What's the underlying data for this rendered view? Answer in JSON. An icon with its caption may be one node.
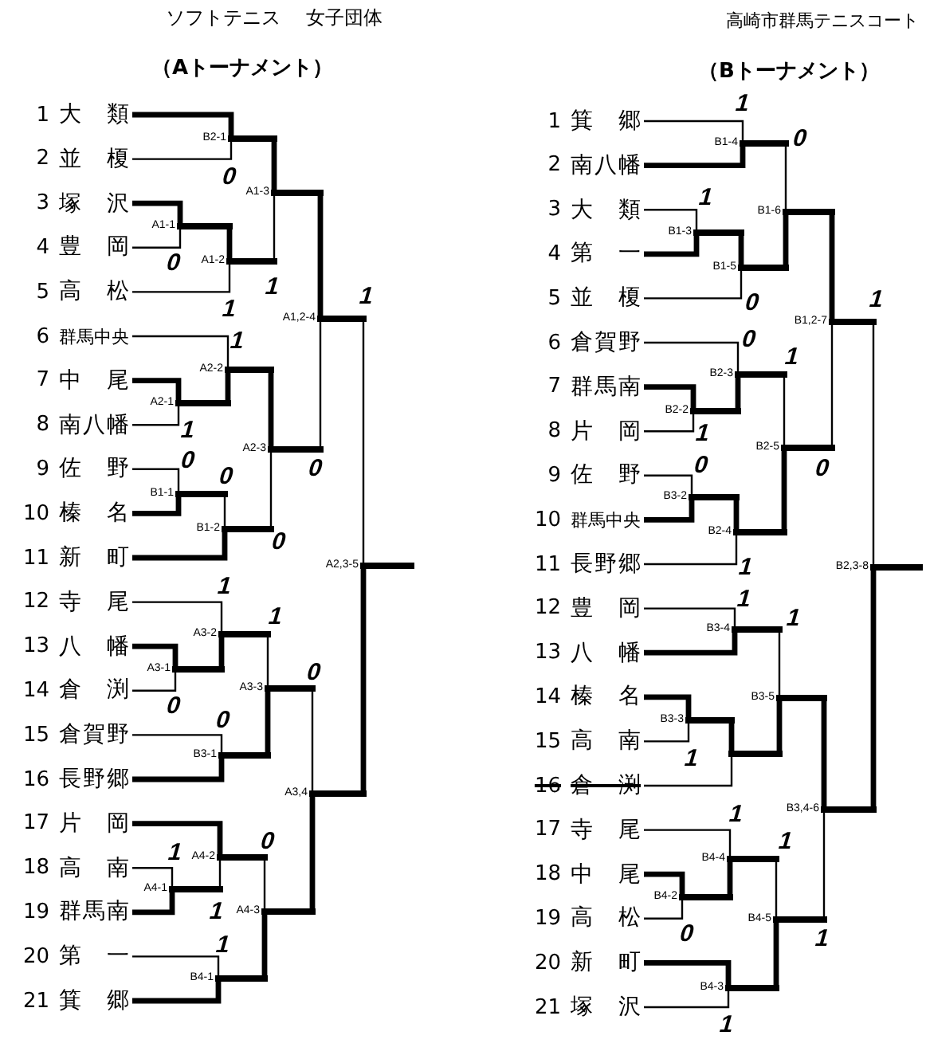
{
  "diagram": {
    "title": "ソフトテニス 女子団体",
    "nodes": [
      {
        "text": [
          "1",
          "大類"
        ]
      },
      {
        "text": [
          "2",
          "並榎"
        ]
      },
      {
        "text": [
          "3",
          "塚沢"
        ]
      },
      {
        "text": [
          "4",
          "豊岡"
        ]
      },
      {
        "text": [
          "5",
          "高松"
        ]
      },
      {
        "text": [
          "6",
          "群馬中央"
        ]
      },
      {
        "text": [
          "7",
          "中尾"
        ]
      },
      {
        "text": [
          "8",
          "南八幡"
        ]
      },
      {
        "text": [
          "9",
          "佐野"
        ]
      },
      {
        "text": [
          "10",
          "榛名"
        ]
      },
      {
        "text": [
          "11",
          "新町"
        ]
      },
      {
        "text": [
          "12",
          "寺尾"
        ]
      },
      {
        "text": [
          "13",
          "八幡"
        ]
      },
      {
        "text": [
          "14",
          "倉渕"
        ]
      },
      {
        "text": [
          "15",
          "倉賀野"
        ]
      },
      {
        "text": [
          "16",
          "長野郷"
        ]
      },
      {
        "text": [
          "17",
          "片岡"
        ]
      },
      {
        "text": [
          "18",
          "高南"
        ]
      },
      {
        "text": [
          "19",
          "群馬南"
        ]
      },
      {
        "text": [
          "20",
          "第一"
        ]
      },
      {
        "text": [
          "21",
          "箕郷"
        ]
      },
      {
        "text": [],
        "shape": "bar",
        "beside": [
          "B2-1"
        ]
      },
      {
        "text": [],
        "shape": "bar",
        "beside": [
          "A1-3"
        ]
      },
      {
        "text": [],
        "shape": "bar",
        "beside": [
          "A1-1"
        ]
      },
      {
        "text": [],
        "shape": "bar",
        "beside": [
          "A1-2"
        ]
      },
      {
        "text": [],
        "shape": "bar",
        "beside": [
          "A1,2-4"
        ]
      },
      {
        "text": [],
        "shape": "bar",
        "beside": [
          "A2-2"
        ]
      },
      {
        "text": [],
        "shape": "bar",
        "beside": [
          "A2-1"
        ]
      },
      {
        "text": [],
        "shape": "bar",
        "beside": [
          "A2-3"
        ]
      },
      {
        "text": [],
        "shape": "bar",
        "beside": [
          "B1-1"
        ]
      },
      {
        "text": [],
        "shape": "bar",
        "beside": [
          "B1-2"
        ]
      },
      {
        "text": [],
        "shape": "bar",
        "beside": [
          "A2,3-5"
        ]
      },
      {
        "text": [],
        "shape": "bar",
        "beside": [
          "A3-2"
        ]
      },
      {
        "text": [],
        "shape": "bar",
        "beside": [
          "A3-1"
        ]
      },
      {
        "text": [],
        "shape": "bar",
        "beside": [
          "A3-3"
        ]
      },
      {
        "text": [],
        "shape": "bar",
        "beside": [
          "B3-1"
        ]
      },
      {
        "text": [],
        "shape": "bar",
        "beside": [
          "A3,4"
        ]
      },
      {
        "text": [],
        "shape": "bar",
        "beside": [
          "A4-2"
        ]
      },
      {
        "text": [],
        "shape": "bar",
        "beside": [
          "A4-1"
        ]
      },
      {
        "text": [],
        "shape": "bar",
        "beside": [
          "A4-3"
        ]
      },
      {
        "text": [],
        "shape": "bar",
        "beside": [
          "B4-1"
        ]
      },
      {
        "text": [
          "1",
          "箕郷"
        ]
      },
      {
        "text": [
          "2",
          "南八幡"
        ]
      },
      {
        "text": [
          "3",
          "大類"
        ]
      },
      {
        "text": [
          "4",
          "第一"
        ]
      },
      {
        "text": [
          "5",
          "並榎"
        ]
      },
      {
        "text": [
          "6",
          "倉賀野"
        ]
      },
      {
        "text": [
          "7",
          "群馬南"
        ]
      },
      {
        "text": [
          "8",
          "片岡"
        ]
      },
      {
        "text": [
          "9",
          "佐野"
        ]
      },
      {
        "text": [
          "10",
          "群馬中央"
        ]
      },
      {
        "text": [
          "11",
          "長野郷"
        ]
      },
      {
        "text": [
          "12",
          "豊岡"
        ]
      },
      {
        "text": [
          "13",
          "八幡"
        ]
      },
      {
        "text": [
          "14",
          "榛名"
        ]
      },
      {
        "text": [
          "15",
          "高南"
        ]
      },
      {
        "text": [
          "16",
          "倉渕"
        ]
      },
      {
        "text": [
          "17",
          "寺尾"
        ]
      },
      {
        "text": [
          "18",
          "中尾"
        ]
      },
      {
        "text": [
          "19",
          "高松"
        ]
      },
      {
        "text": [
          "20",
          "新町"
        ]
      },
      {
        "text": [
          "21",
          "塚沢"
        ]
      },
      {
        "text": [],
        "shape": "bar",
        "beside": [
          "B1-4"
        ]
      },
      {
        "text": [],
        "shape": "bar",
        "beside": [
          "B1-6"
        ]
      },
      {
        "text": [],
        "shape": "bar",
        "beside": [
          "B1-3"
        ]
      },
      {
        "text": [],
        "shape": "bar",
        "beside": [
          "B1-5"
        ]
      },
      {
        "text": [],
        "shape": "bar",
        "beside": [
          "B1,2-7"
        ]
      },
      {
        "text": [],
        "shape": "bar",
        "beside": [
          "B2-3"
        ]
      },
      {
        "text": [],
        "shape": "bar",
        "beside": [
          "B2-2"
        ]
      },
      {
        "text": [],
        "shape": "bar",
        "beside": [
          "B2-5"
        ]
      },
      {
        "text": [],
        "shape": "bar",
        "beside": [
          "B3-2"
        ]
      },
      {
        "text": [],
        "shape": "bar",
        "beside": [
          "B2-4"
        ]
      },
      {
        "text": [],
        "shape": "bar",
        "beside": [
          "B2,3-8"
        ]
      },
      {
        "text": [],
        "shape": "bar",
        "beside": [
          "B3-4"
        ]
      },
      {
        "text": [],
        "shape": "bar",
        "beside": [
          "B3-5"
        ]
      },
      {
        "text": [],
        "shape": "bar",
        "beside": [
          "B3-3"
        ]
      },
      {
        "text": [],
        "shape": "bar"
      },
      {
        "text": [],
        "shape": "bar",
        "beside": [
          "B3,4-6"
        ]
      },
      {
        "text": [],
        "shape": "bar",
        "beside": [
          "B4-4"
        ]
      },
      {
        "text": [],
        "shape": "bar",
        "beside": [
          "B4-2"
        ]
      },
      {
        "text": [],
        "shape": "bar",
        "beside": [
          "B4-5"
        ]
      },
      {
        "text": [],
        "shape": "bar",
        "beside": [
          "B4-3"
        ]
      }
    ],
    "edges": [
      {
        "from": 0,
        "to": 21,
        "arrow": "none",
        "style": "thick"
      },
      {
        "from": 1,
        "to": 21,
        "arrow": "none"
      },
      {
        "from": 2,
        "to": 23,
        "arrow": "none",
        "style": "thick"
      },
      {
        "from": 3,
        "to": 23,
        "arrow": "none"
      },
      {
        "from": 4,
        "to": 24,
        "arrow": "none"
      },
      {
        "from": 5,
        "to": 26,
        "arrow": "none"
      },
      {
        "from": 6,
        "to": 27,
        "arrow": "none",
        "style": "thick"
      },
      {
        "from": 7,
        "to": 27,
        "arrow": "none"
      },
      {
        "from": 8,
        "to": 29,
        "arrow": "none"
      },
      {
        "from": 9,
        "to": 29,
        "arrow": "none",
        "style": "thick"
      },
      {
        "from": 10,
        "to": 30,
        "arrow": "none",
        "style": "thick"
      },
      {
        "from": 11,
        "to": 32,
        "arrow": "none"
      },
      {
        "from": 12,
        "to": 33,
        "arrow": "none",
        "style": "thick"
      },
      {
        "from": 13,
        "to": 33,
        "arrow": "none"
      },
      {
        "from": 14,
        "to": 35,
        "arrow": "none"
      },
      {
        "from": 15,
        "to": 35,
        "arrow": "none",
        "style": "thick"
      },
      {
        "from": 16,
        "to": 37,
        "arrow": "none",
        "style": "thick"
      },
      {
        "from": 17,
        "to": 38,
        "arrow": "none"
      },
      {
        "from": 18,
        "to": 38,
        "arrow": "none",
        "style": "thick"
      },
      {
        "from": 19,
        "to": 40,
        "arrow": "none"
      },
      {
        "from": 20,
        "to": 40,
        "arrow": "none",
        "style": "thick"
      },
      {
        "from": 21,
        "to": 22,
        "arrow": "none",
        "style": "thick"
      },
      {
        "from": 22,
        "to": 25,
        "arrow": "none",
        "style": "thick"
      },
      {
        "from": 23,
        "to": 24,
        "arrow": "none",
        "style": "thick"
      },
      {
        "from": 24,
        "to": 22,
        "arrow": "none"
      },
      {
        "from": 25,
        "to": 31,
        "arrow": "none"
      },
      {
        "from": 26,
        "to": 28,
        "arrow": "none",
        "style": "thick"
      },
      {
        "from": 27,
        "to": 26,
        "arrow": "none",
        "style": "thick"
      },
      {
        "from": 28,
        "to": 25,
        "arrow": "none"
      },
      {
        "from": 29,
        "to": 30,
        "arrow": "none"
      },
      {
        "from": 30,
        "to": 28,
        "arrow": "none"
      },
      {
        "from": 32,
        "to": 34,
        "arrow": "none"
      },
      {
        "from": 33,
        "to": 32,
        "arrow": "none",
        "style": "thick"
      },
      {
        "from": 34,
        "to": 36,
        "arrow": "none"
      },
      {
        "from": 35,
        "to": 34,
        "arrow": "none",
        "style": "thick"
      },
      {
        "from": 36,
        "to": 31,
        "arrow": "none",
        "style": "thick"
      },
      {
        "from": 37,
        "to": 39,
        "arrow": "none"
      },
      {
        "from": 38,
        "to": 37,
        "arrow": "none"
      },
      {
        "from": 39,
        "to": 36,
        "arrow": "none",
        "style": "thick"
      },
      {
        "from": 40,
        "to": 39,
        "arrow": "none",
        "style": "thick"
      },
      {
        "from": 41,
        "to": 62,
        "arrow": "none"
      },
      {
        "from": 42,
        "to": 62,
        "arrow": "none",
        "style": "thick"
      },
      {
        "from": 43,
        "to": 64,
        "arrow": "none"
      },
      {
        "from": 44,
        "to": 64,
        "arrow": "none",
        "style": "thick"
      },
      {
        "from": 45,
        "to": 65,
        "arrow": "none"
      },
      {
        "from": 46,
        "to": 67,
        "arrow": "none"
      },
      {
        "from": 47,
        "to": 68,
        "arrow": "none",
        "style": "thick"
      },
      {
        "from": 48,
        "to": 68,
        "arrow": "none"
      },
      {
        "from": 49,
        "to": 70,
        "arrow": "none"
      },
      {
        "from": 50,
        "to": 70,
        "arrow": "none",
        "style": "thick"
      },
      {
        "from": 51,
        "to": 71,
        "arrow": "none"
      },
      {
        "from": 52,
        "to": 73,
        "arrow": "none"
      },
      {
        "from": 53,
        "to": 73,
        "arrow": "none",
        "style": "thick"
      },
      {
        "from": 54,
        "to": 75,
        "arrow": "none",
        "style": "thick"
      },
      {
        "from": 55,
        "to": 75,
        "arrow": "none"
      },
      {
        "from": 56,
        "to": 76,
        "arrow": "none"
      },
      {
        "from": 57,
        "to": 78,
        "arrow": "none"
      },
      {
        "from": 58,
        "to": 79,
        "arrow": "none",
        "style": "thick"
      },
      {
        "from": 59,
        "to": 79,
        "arrow": "none"
      },
      {
        "from": 60,
        "to": 81,
        "arrow": "none",
        "style": "thick"
      },
      {
        "from": 61,
        "to": 81,
        "arrow": "none"
      },
      {
        "from": 62,
        "to": 63,
        "arrow": "none"
      },
      {
        "from": 63,
        "to": 66,
        "arrow": "none",
        "style": "thick"
      },
      {
        "from": 64,
        "to": 65,
        "arrow": "none",
        "style": "thick"
      },
      {
        "from": 65,
        "to": 63,
        "arrow": "none",
        "style": "thick"
      },
      {
        "from": 66,
        "to": 72,
        "arrow": "none"
      },
      {
        "from": 67,
        "to": 69,
        "arrow": "none"
      },
      {
        "from": 68,
        "to": 67,
        "arrow": "none",
        "style": "thick"
      },
      {
        "from": 69,
        "to": 66,
        "arrow": "none"
      },
      {
        "from": 70,
        "to": 71,
        "arrow": "none",
        "style": "thick"
      },
      {
        "from": 71,
        "to": 69,
        "arrow": "none",
        "style": "thick"
      },
      {
        "from": 73,
        "to": 74,
        "arrow": "none"
      },
      {
        "from": 74,
        "to": 77,
        "arrow": "none",
        "style": "thick"
      },
      {
        "from": 75,
        "to": 76,
        "arrow": "none",
        "style": "thick"
      },
      {
        "from": 76,
        "to": 74,
        "arrow": "none",
        "style": "thick"
      },
      {
        "from": 77,
        "to": 72,
        "arrow": "none",
        "style": "thick"
      },
      {
        "from": 78,
        "to": 80,
        "arrow": "none"
      },
      {
        "from": 79,
        "to": 78,
        "arrow": "none",
        "style": "thick"
      },
      {
        "from": 80,
        "to": 77,
        "arrow": "none"
      },
      {
        "from": 81,
        "to": 80,
        "arrow": "none",
        "style": "thick"
      }
    ],
    "labels": [
      "高崎市群馬テニスコート",
      "（Aトーナメント）",
      "（Bトーナメント）",
      "0",
      "0",
      "1",
      "1",
      "1",
      "1",
      "1",
      "0",
      "0",
      "0",
      "0",
      "1",
      "1",
      "0",
      "0",
      "0",
      "1",
      "0",
      "1",
      "1",
      "1",
      "0",
      "1",
      "0",
      "1",
      "0",
      "1",
      "1",
      "0",
      "0",
      "1",
      "1",
      "1",
      "1",
      "1",
      "1",
      "0",
      "1",
      "1"
    ]
  }
}
